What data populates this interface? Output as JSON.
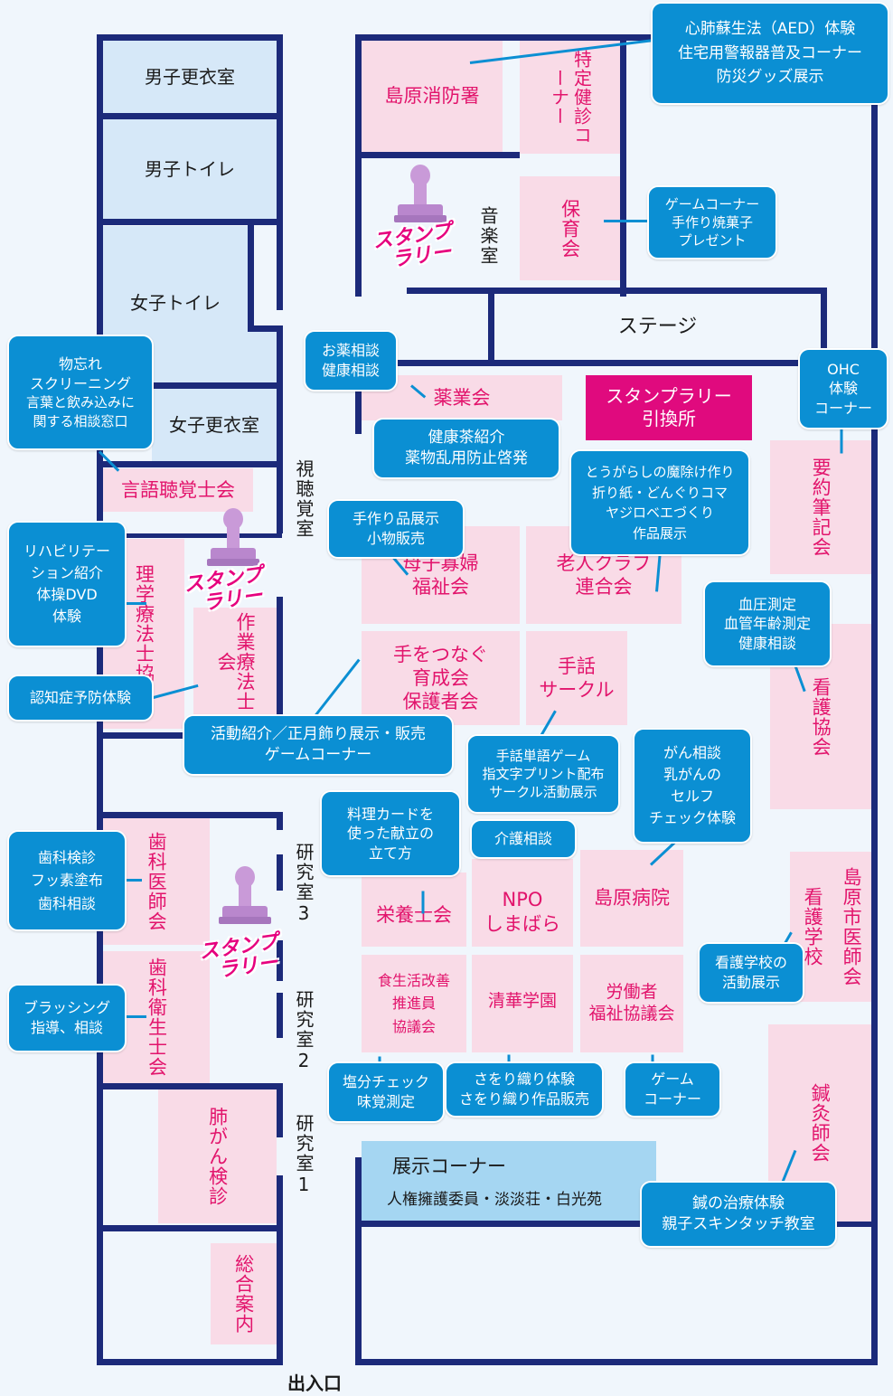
{
  "rooms": {
    "boys_changing": "男子更衣室",
    "boys_toilet": "男子トイレ",
    "girls_toilet": "女子トイレ",
    "girls_changing": "女子更衣室",
    "av_room": "視聴覚室",
    "music_room": "音楽室",
    "stage": "ステージ",
    "lab3": "研究室3",
    "lab2": "研究室2",
    "lab1": "研究室1",
    "entrance": "出入口"
  },
  "booths": {
    "fire": "島原消防署",
    "tokutei": "特定健診コーナー",
    "hoiku": "保育会",
    "yakugyo": "薬業会",
    "stamp_exchange": "スタンプラリー\n引換所",
    "gengo": "言語聴覚士会",
    "rigaku": "理学療法士協会",
    "sagyo": "作業療法士会",
    "boshi": "母子寡婦\n福祉会",
    "rojin": "老人クラブ\n連合会",
    "yoyaku": "要約筆記会",
    "te_tsunagu": "手をつなぐ\n育成会\n保護者会",
    "shuwa": "手話\nサークル",
    "kango_kyokai": "看護協会",
    "shika": "歯科医師会",
    "shika_eisei": "歯科衛生士会",
    "eiyo": "栄養士会",
    "npo": "NPO\nしまばら",
    "hospital": "島原病院",
    "kango_gakko": "看護学校",
    "ishikai": "島原市医師会",
    "shokuseikatsu": "食生活改善\n推進員\n協議会",
    "seika": "清華学園",
    "rodosha": "労働者\n福祉協議会",
    "shinkyu": "鍼灸師会",
    "haigan": "肺がん検診",
    "sogo": "総合案内",
    "exhibit_title": "展示コーナー",
    "exhibit_sub": "人権擁護委員・淡淡荘・白光苑"
  },
  "bubbles": {
    "aed": [
      "心肺蘇生法（AED）体験",
      "住宅用警報器普及コーナー",
      "防災グッズ展示"
    ],
    "game_hoiku": [
      "ゲームコーナー",
      "手作り焼菓子",
      "プレゼント"
    ],
    "okusuri": [
      "お薬相談",
      "健康相談"
    ],
    "kenkocha": [
      "健康茶紹介",
      "薬物乱用防止啓発"
    ],
    "ohc": [
      "OHC",
      "体験",
      "コーナー"
    ],
    "monowasure": [
      "物忘れ",
      "スクリーニング",
      "言葉と飲み込みに",
      "関する相談窓口"
    ],
    "togarashi": [
      "とうがらしの魔除け作り",
      "折り紙・どんぐりコマ",
      "ヤジロベエづくり",
      "作品展示"
    ],
    "tezukuri": [
      "手作り品展示",
      "小物販売"
    ],
    "rehab": [
      "リハビリテー",
      "ション紹介",
      "体操DVD",
      "体験"
    ],
    "ketsuatsu": [
      "血圧測定",
      "血管年齢測定",
      "健康相談"
    ],
    "ninchi": [
      "認知症予防体験"
    ],
    "katsudo": [
      "活動紹介／正月飾り展示・販売",
      "ゲームコーナー"
    ],
    "shuwa_game": [
      "手話単語ゲーム",
      "指文字プリント配布",
      "サークル活動展示"
    ],
    "gan": [
      "がん相談",
      "乳がんの",
      "セルフ",
      "チェック体験"
    ],
    "ryori": [
      "料理カードを",
      "使った献立の",
      "立て方"
    ],
    "kaigo": [
      "介護相談"
    ],
    "shika_kenshin": [
      "歯科検診",
      "フッ素塗布",
      "歯科相談"
    ],
    "kango_tenji": [
      "看護学校の",
      "活動展示"
    ],
    "brushing": [
      "ブラッシング",
      "指導、相談"
    ],
    "enbun": [
      "塩分チェック",
      "味覚測定"
    ],
    "saori": [
      "さをり織り体験",
      "さをり織り作品販売"
    ],
    "game_rodo": [
      "ゲーム",
      "コーナー"
    ],
    "hari": [
      "鍼の治療体験",
      "親子スキンタッチ教室"
    ]
  },
  "stamp_rally": [
    "スタンプ",
    "ラリー"
  ],
  "colors": {
    "wall": "#1c2a7a",
    "booth_bg": "#f9dbe7",
    "booth_text": "#e2146c",
    "bubble": "#0b8fd3",
    "exchange": "#e00a7e",
    "exhibit": "#a5d6f2",
    "room_bg": "#d6e8f8"
  }
}
